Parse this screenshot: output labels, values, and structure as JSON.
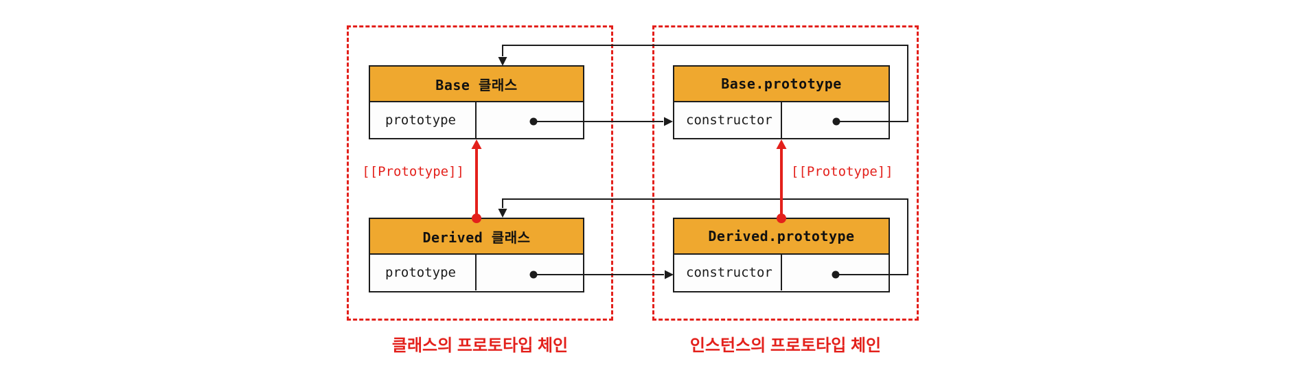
{
  "diagram": {
    "nodes": {
      "base_class": {
        "title": "Base 클래스",
        "slot": "prototype"
      },
      "base_prototype": {
        "title": "Base.prototype",
        "slot": "constructor"
      },
      "derived_class": {
        "title": "Derived 클래스",
        "slot": "prototype"
      },
      "derived_prototype": {
        "title": "Derived.prototype",
        "slot": "constructor"
      }
    },
    "labels": {
      "prototype_link": "[[Prototype]]",
      "class_chain_caption": "클래스의 프로토타입 체인",
      "instance_chain_caption": "인스턴스의 프로토타입 체인"
    },
    "colors": {
      "header_fill": "#EFA82F",
      "red_accent": "#E3201B",
      "line_color": "#1C1C1C",
      "background": "#FFFFFF"
    }
  }
}
